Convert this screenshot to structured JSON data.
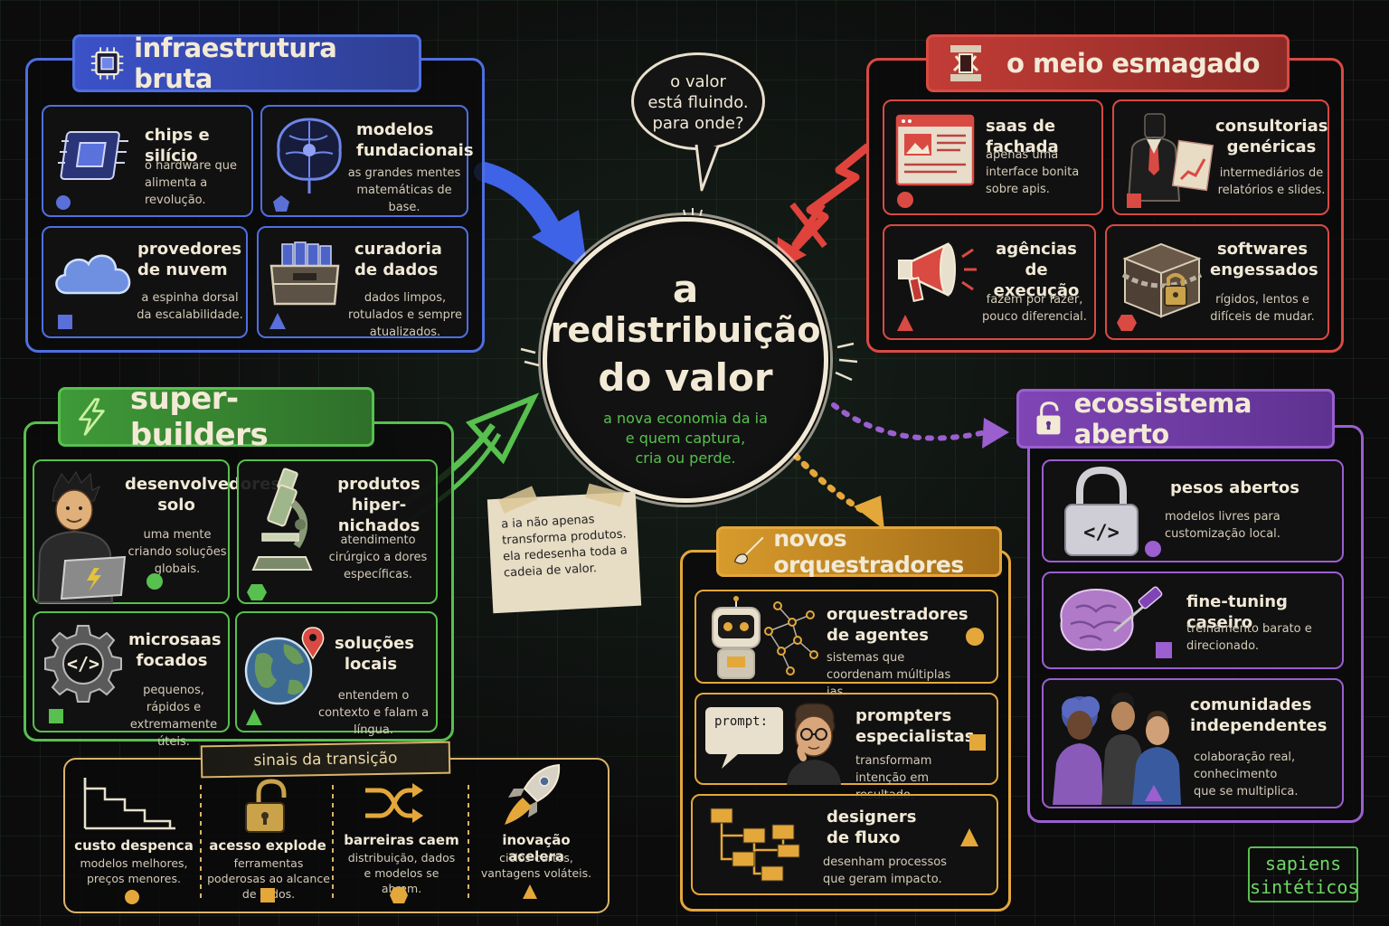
{
  "center": {
    "title_lines": [
      "a",
      "redistribuição",
      "do valor"
    ],
    "subtitle_lines": [
      "a nova economia da ia",
      "e quem captura,",
      "cria ou perde."
    ]
  },
  "bubble": {
    "lines": [
      "o valor",
      "está fluindo.",
      "para onde?"
    ]
  },
  "note": {
    "text": "a ia não apenas transforma produtos. ela redesenha toda a cadeia de valor."
  },
  "brand": {
    "lines": [
      "sapiens",
      "sintéticos"
    ]
  },
  "colors": {
    "blue": "#4f6fe0",
    "red": "#d94a43",
    "green": "#57c04e",
    "orange": "#e4a73a",
    "purple": "#9b5fd0",
    "cream": "#ece4d2"
  },
  "sections": {
    "infra": {
      "title": "infraestrutura bruta",
      "icon": "chip-icon",
      "cards": [
        {
          "title": "chips e silício",
          "desc": "o hardware que alimenta a revolução.",
          "icon": "chip-icon",
          "marker": "circle"
        },
        {
          "title": "modelos fundacionais",
          "desc": "as grandes mentes matemáticas de base.",
          "icon": "brain-network-icon",
          "marker": "pentagon"
        },
        {
          "title": "provedores de nuvem",
          "desc": "a espinha dorsal da escalabilidade.",
          "icon": "cloud-icon",
          "marker": "square"
        },
        {
          "title": "curadoria de dados",
          "desc": "dados limpos, rotulados e sempre atualizados.",
          "icon": "data-crate-icon",
          "marker": "triangle"
        }
      ]
    },
    "meio": {
      "title": "o meio esmagado",
      "icon": "crushed-vise-icon",
      "cards": [
        {
          "title": "saas de fachada",
          "desc": "apenas uma interface bonita sobre apis.",
          "icon": "web-window-icon",
          "marker": "circle"
        },
        {
          "title": "consultorias genéricas",
          "desc": "intermediários de relatórios e slides.",
          "icon": "consultant-icon",
          "marker": "square"
        },
        {
          "title": "agências de execução",
          "desc": "fazem por fazer, pouco diferencial.",
          "icon": "megaphone-icon",
          "marker": "triangle"
        },
        {
          "title": "softwares engessados",
          "desc": "rígidos, lentos e difíceis de mudar.",
          "icon": "locked-box-icon",
          "marker": "hexagon"
        }
      ]
    },
    "super": {
      "title": "super-builders",
      "icon": "lightning-icon",
      "cards": [
        {
          "title": "desenvolvedores solo",
          "desc": "uma mente criando soluções globais.",
          "icon": "developer-laptop-icon",
          "marker": "circle"
        },
        {
          "title": "produtos hiper-nichados",
          "desc": "atendimento cirúrgico a dores específicas.",
          "icon": "microscope-icon",
          "marker": "hexagon"
        },
        {
          "title": "microsaas focados",
          "desc": "pequenos, rápidos e extremamente úteis.",
          "icon": "code-gear-icon",
          "marker": "square"
        },
        {
          "title": "soluções locais",
          "desc": "entendem o contexto e falam a língua.",
          "icon": "globe-pin-icon",
          "marker": "triangle"
        }
      ]
    },
    "orq": {
      "title": "novos orquestradores",
      "icon": "conductor-baton-icon",
      "cards": [
        {
          "title": "orquestradores de agentes",
          "desc": "sistemas que coordenam múltiplas ias.",
          "icon": "robot-network-icon",
          "marker": "circle"
        },
        {
          "title": "prompters especialistas",
          "desc": "transformam intenção em resultado.",
          "icon": "prompt-person-icon",
          "marker": "square",
          "prompt_label": "prompt:"
        },
        {
          "title": "designers de fluxo",
          "desc": "desenham processos que geram impacto.",
          "icon": "flowchart-icon",
          "marker": "triangle"
        }
      ]
    },
    "eco": {
      "title": "ecossistema aberto",
      "icon": "open-lock-icon",
      "cards": [
        {
          "title": "pesos abertos",
          "desc": "modelos livres para customização local.",
          "icon": "code-lock-icon",
          "marker": "circle"
        },
        {
          "title": "fine-tuning caseiro",
          "desc": "treinamento barato e direcionado.",
          "icon": "brain-screwdriver-icon",
          "marker": "square"
        },
        {
          "title": "comunidades independentes",
          "desc": "colaboração real, conhecimento que se multiplica.",
          "icon": "community-icon",
          "marker": "triangle"
        }
      ]
    }
  },
  "signals": {
    "title": "sinais da transição",
    "items": [
      {
        "title": "custo despenca",
        "desc": "modelos melhores, preços menores.",
        "icon": "falling-stairs-icon",
        "marker": "circle"
      },
      {
        "title": "acesso explode",
        "desc": "ferramentas poderosas ao alcance de todos.",
        "icon": "open-padlock-icon",
        "marker": "square"
      },
      {
        "title": "barreiras caem",
        "desc": "distribuição, dados e modelos se abrem.",
        "icon": "shuffle-icon",
        "marker": "hexagon"
      },
      {
        "title": "inovação acelera",
        "desc": "ciclos curtos, vantagens voláteis.",
        "icon": "rocket-icon",
        "marker": "triangle"
      }
    ]
  }
}
